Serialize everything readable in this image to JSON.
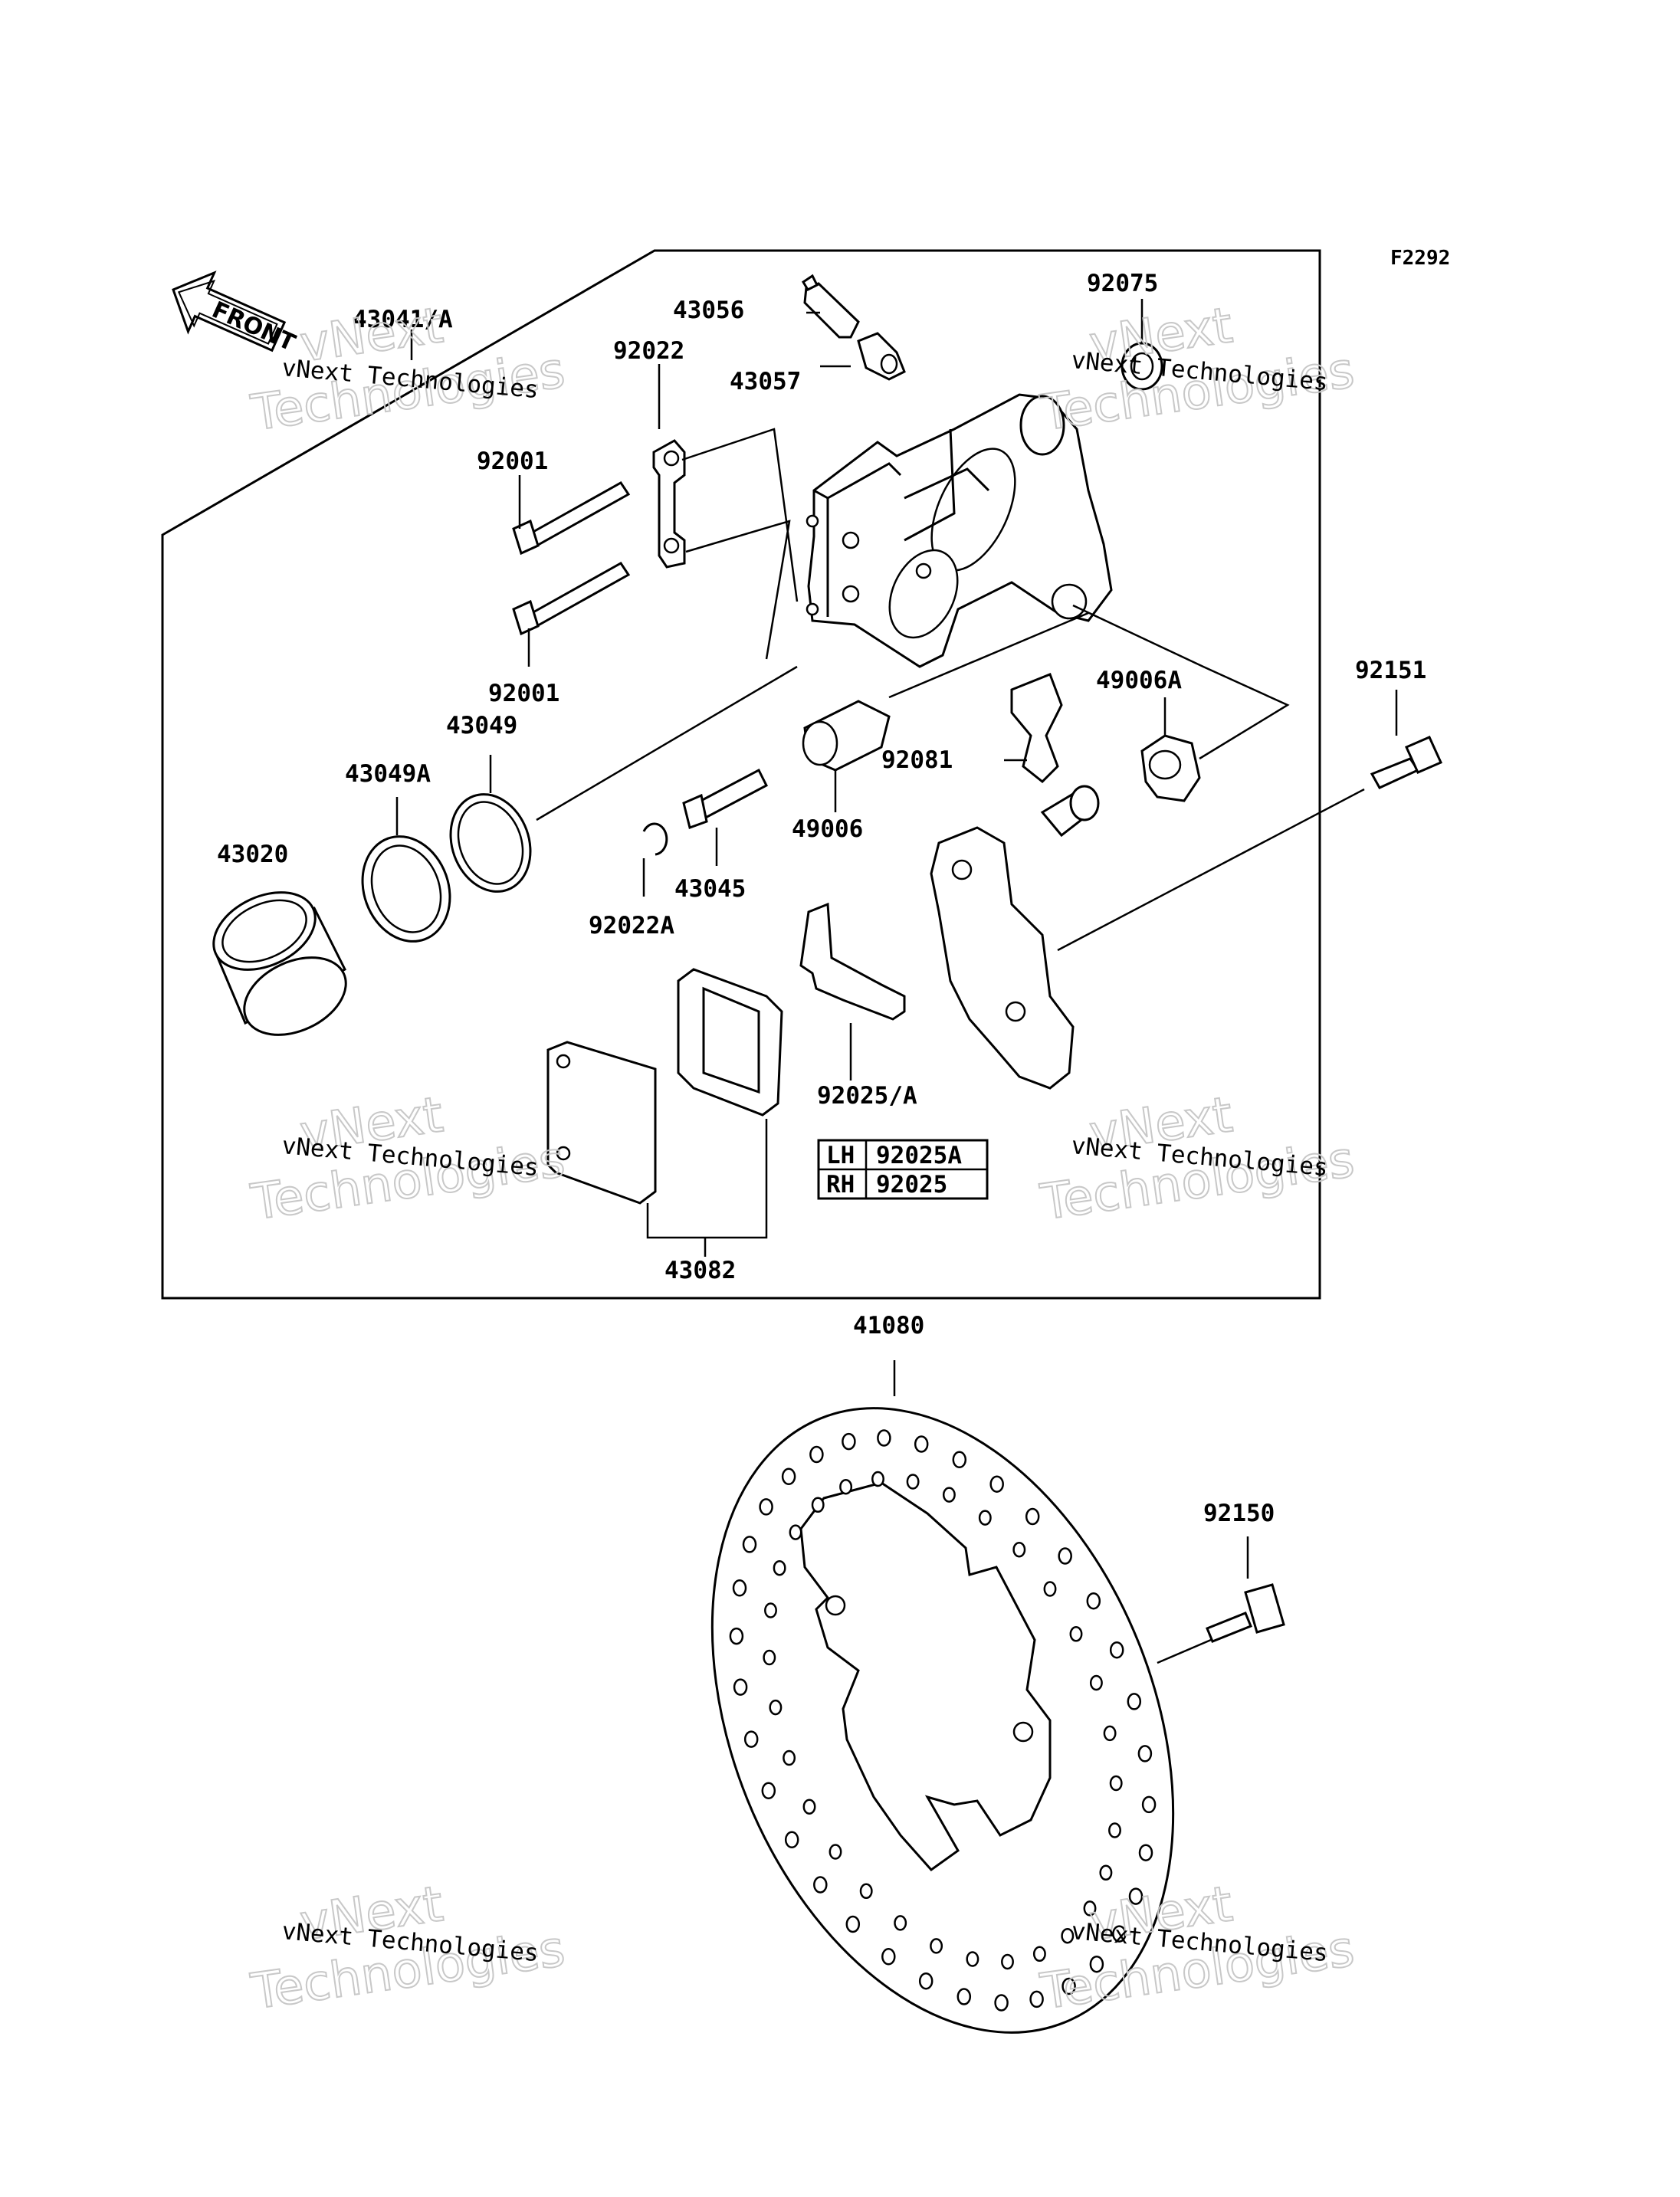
{
  "diagram": {
    "code": "F2292",
    "front_label": "FRONT",
    "parts": [
      {
        "id": "p43041A",
        "label": "43041/A"
      },
      {
        "id": "p43056",
        "label": "43056"
      },
      {
        "id": "p92075",
        "label": "92075"
      },
      {
        "id": "p92022",
        "label": "92022"
      },
      {
        "id": "p43057",
        "label": "43057"
      },
      {
        "id": "p92001a",
        "label": "92001"
      },
      {
        "id": "p92001b",
        "label": "92001"
      },
      {
        "id": "p49006A",
        "label": "49006A"
      },
      {
        "id": "p92151",
        "label": "92151"
      },
      {
        "id": "p43049",
        "label": "43049"
      },
      {
        "id": "p43049A",
        "label": "43049A"
      },
      {
        "id": "p92081",
        "label": "92081"
      },
      {
        "id": "p43020",
        "label": "43020"
      },
      {
        "id": "p49006",
        "label": "49006"
      },
      {
        "id": "p43045",
        "label": "43045"
      },
      {
        "id": "p92022A",
        "label": "92022A"
      },
      {
        "id": "p92025A",
        "label": "92025/A"
      },
      {
        "id": "p43082",
        "label": "43082"
      },
      {
        "id": "p41080",
        "label": "41080"
      },
      {
        "id": "p92150",
        "label": "92150"
      }
    ],
    "side_table": [
      {
        "side": "LH",
        "part": "92025A"
      },
      {
        "side": "RH",
        "part": "92025"
      }
    ],
    "watermark": {
      "line": "vNext Technologies",
      "big1": "vNext",
      "big2": "Technologies"
    }
  }
}
